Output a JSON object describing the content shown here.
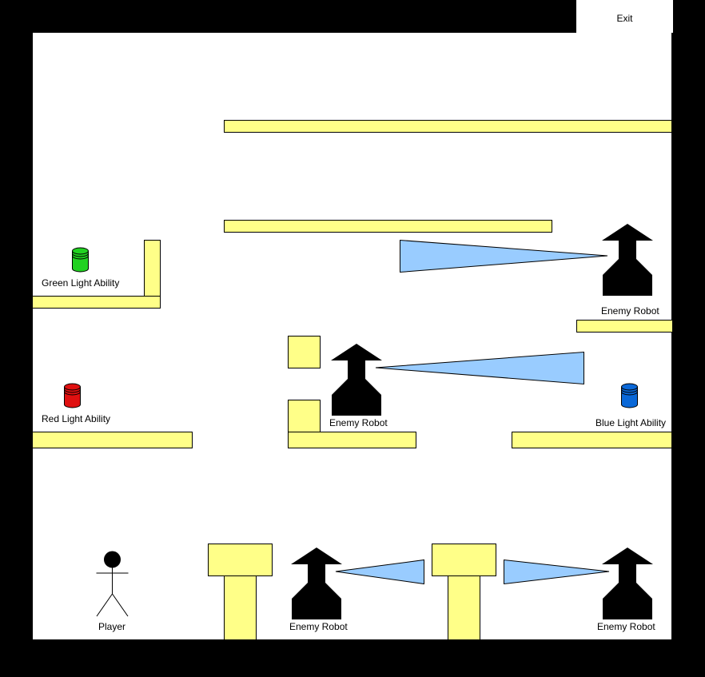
{
  "exit": {
    "label": "Exit"
  },
  "player": {
    "label": "Player"
  },
  "abilities": {
    "green": {
      "label": "Green Light Ability",
      "color": "#22d222"
    },
    "red": {
      "label": "Red Light Ability",
      "color": "#e01010"
    },
    "blue": {
      "label": "Blue Light Ability",
      "color": "#0a68d8"
    }
  },
  "enemies": {
    "top_right": {
      "label": "Enemy Robot"
    },
    "middle": {
      "label": "Enemy Robot"
    },
    "bottom_left": {
      "label": "Enemy Robot"
    },
    "bottom_right": {
      "label": "Enemy Robot"
    }
  },
  "colors": {
    "wall": "#000000",
    "floor": "#ffffff",
    "platform": "#ffff88",
    "vision_cone": "#99ccff"
  }
}
